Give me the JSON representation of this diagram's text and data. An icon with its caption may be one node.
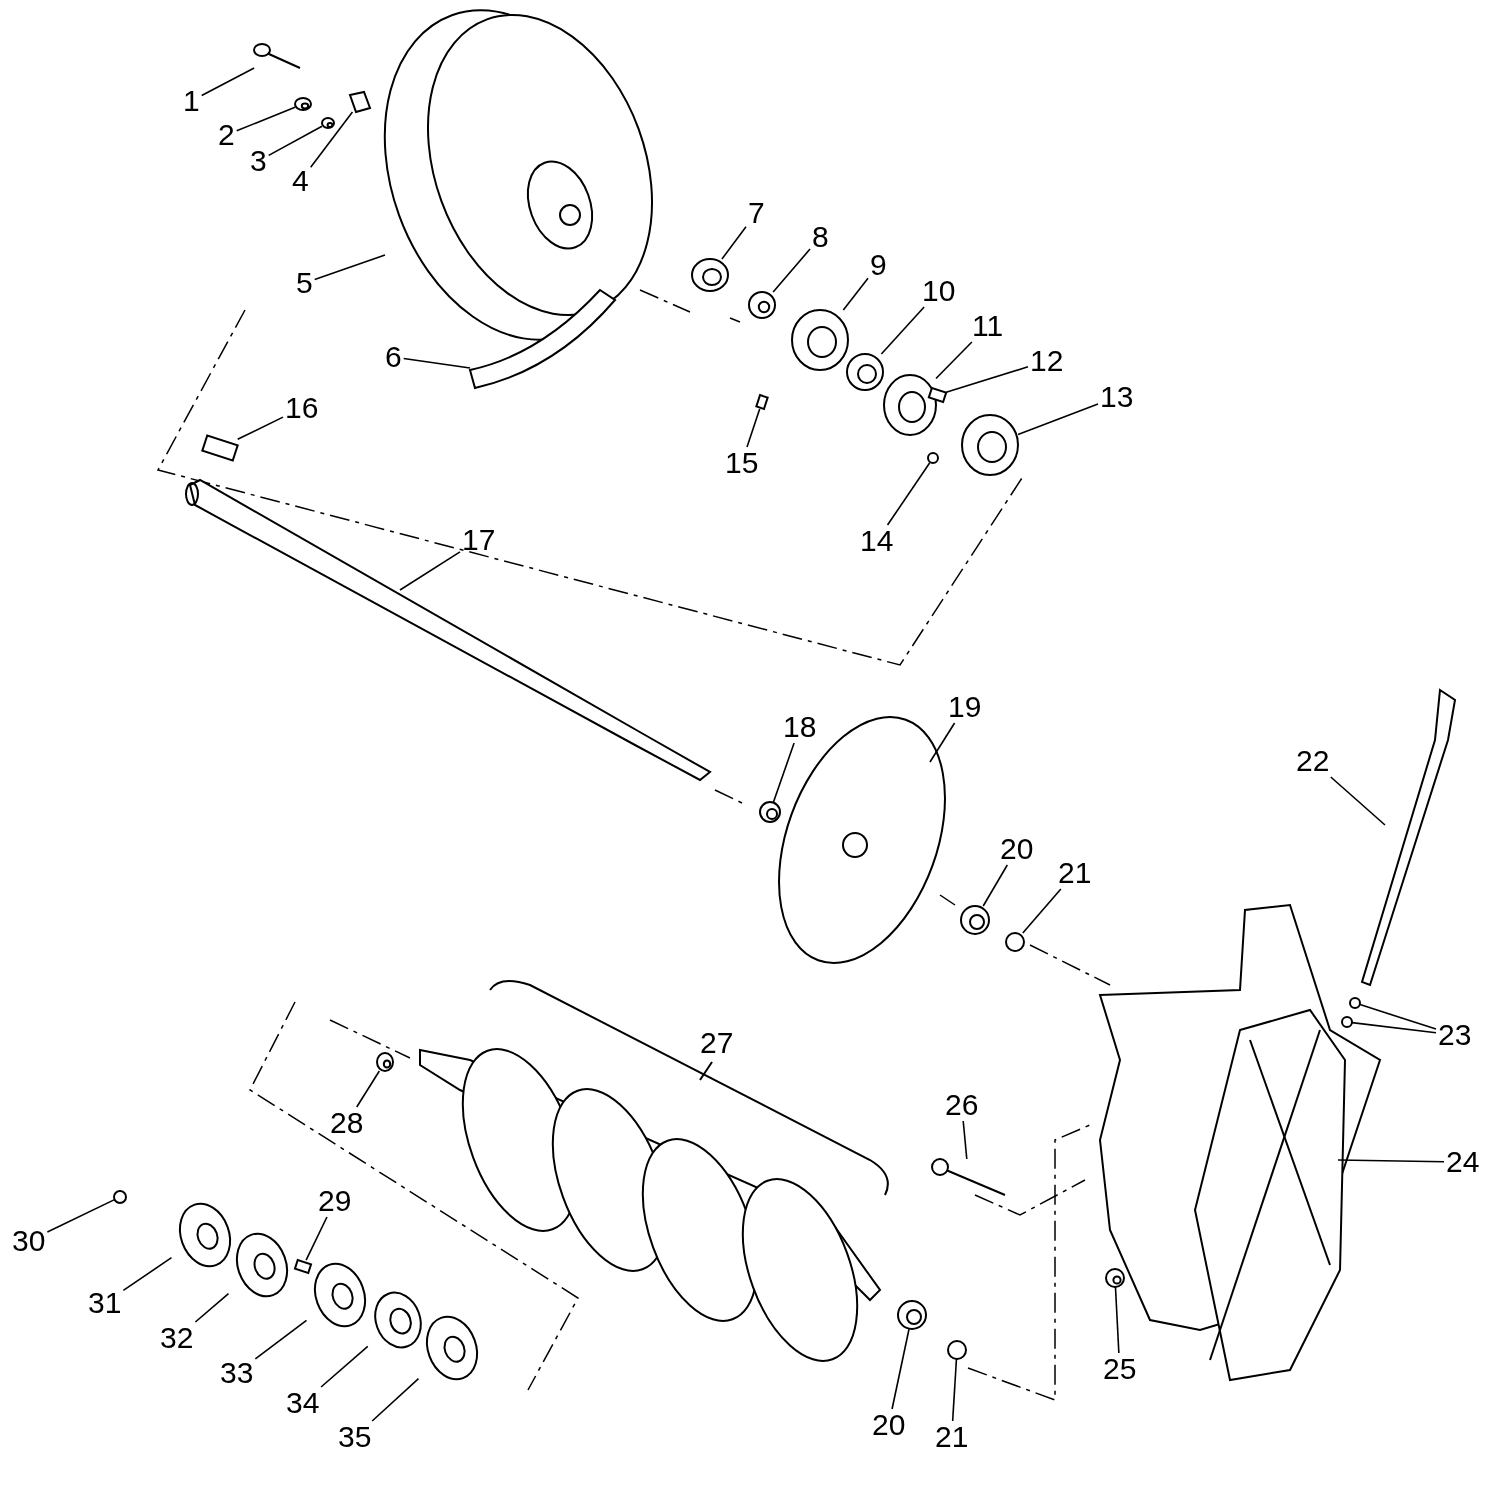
{
  "diagram": {
    "nodes": [
      {
        "text": [
          "1"
        ]
      },
      {
        "text": [
          "2"
        ]
      },
      {
        "text": [
          "3"
        ]
      },
      {
        "text": [
          "4"
        ]
      },
      {
        "text": [
          "5"
        ]
      },
      {
        "text": [
          "6"
        ]
      },
      {
        "text": [
          "7"
        ]
      },
      {
        "text": [
          "8"
        ]
      },
      {
        "text": [
          "9"
        ]
      },
      {
        "text": [
          "10"
        ]
      },
      {
        "text": [
          "11"
        ]
      },
      {
        "text": [
          "12"
        ]
      },
      {
        "text": [
          "13"
        ]
      },
      {
        "text": [
          "14"
        ]
      },
      {
        "text": [
          "15"
        ]
      },
      {
        "text": [
          "16"
        ]
      },
      {
        "text": [
          "17"
        ]
      },
      {
        "text": [
          "18"
        ]
      },
      {
        "text": [
          "19"
        ]
      },
      {
        "text": [
          "20"
        ]
      },
      {
        "text": [
          "21"
        ]
      },
      {
        "text": [
          "22"
        ]
      },
      {
        "text": [
          "23"
        ]
      },
      {
        "text": [
          "24"
        ]
      },
      {
        "text": [
          "25"
        ]
      },
      {
        "text": [
          "26"
        ]
      },
      {
        "text": [
          "28"
        ]
      },
      {
        "text": [
          "29"
        ]
      },
      {
        "text": [
          "30"
        ]
      },
      {
        "text": [
          "31"
        ]
      },
      {
        "text": [
          "32"
        ]
      },
      {
        "text": [
          "33"
        ]
      },
      {
        "text": [
          "34"
        ]
      },
      {
        "text": [
          "35"
        ]
      },
      {
        "text": [
          "20"
        ]
      },
      {
        "text": [
          "21"
        ]
      },
      {
        "text": [],
        "shape": "picture"
      },
      {
        "text": [],
        "shape": "picture"
      },
      {
        "text": [],
        "shape": "picture"
      },
      {
        "text": [],
        "shape": "picture"
      },
      {
        "text": [],
        "shape": "picture"
      },
      {
        "text": [],
        "shape": "picture"
      },
      {
        "text": [],
        "shape": "picture"
      },
      {
        "text": [],
        "shape": "picture"
      },
      {
        "text": [],
        "shape": "picture"
      },
      {
        "text": [],
        "shape": "picture"
      },
      {
        "text": [],
        "shape": "picture"
      },
      {
        "text": [],
        "shape": "box"
      },
      {
        "text": [],
        "shape": "picture"
      },
      {
        "text": [],
        "shape": "circle"
      },
      {
        "text": [],
        "shape": "box"
      },
      {
        "text": [],
        "shape": "box"
      },
      {
        "text": [],
        "shape": "picture"
      },
      {
        "text": [],
        "shape": "picture"
      },
      {
        "text": [],
        "shape": "picture"
      },
      {
        "text": [],
        "shape": "picture"
      },
      {
        "text": [],
        "shape": "circle"
      },
      {
        "text": [],
        "shape": "picture"
      },
      {
        "text": [],
        "shape": "circle"
      },
      {
        "text": [],
        "shape": "circle"
      },
      {
        "text": [],
        "shape": "picture"
      },
      {
        "text": [],
        "shape": "picture"
      },
      {
        "text": [],
        "shape": "picture"
      },
      {
        "text": [],
        "shape": "picture"
      },
      {
        "text": [],
        "shape": "box"
      },
      {
        "text": [],
        "shape": "circle"
      },
      {
        "text": [],
        "shape": "picture"
      },
      {
        "text": [],
        "shape": "picture"
      },
      {
        "text": [],
        "shape": "picture"
      },
      {
        "text": [],
        "shape": "picture"
      },
      {
        "text": [],
        "shape": "picture"
      },
      {
        "text": [],
        "shape": "picture"
      },
      {
        "text": [],
        "shape": "circle"
      }
    ],
    "edges": [
      {
        "from": 0,
        "to": 36,
        "arrow": "none"
      },
      {
        "from": 1,
        "to": 37,
        "arrow": "none"
      },
      {
        "from": 2,
        "to": 38,
        "arrow": "none"
      },
      {
        "from": 3,
        "to": 39,
        "arrow": "none"
      },
      {
        "from": 4,
        "to": 40,
        "arrow": "none"
      },
      {
        "from": 5,
        "to": 41,
        "arrow": "none"
      },
      {
        "from": 6,
        "to": 42,
        "arrow": "none"
      },
      {
        "from": 7,
        "to": 43,
        "arrow": "none"
      },
      {
        "from": 8,
        "to": 44,
        "arrow": "none"
      },
      {
        "from": 9,
        "to": 45,
        "arrow": "none"
      },
      {
        "from": 10,
        "to": 46,
        "arrow": "none"
      },
      {
        "from": 11,
        "to": 47,
        "arrow": "none"
      },
      {
        "from": 12,
        "to": 48,
        "arrow": "none"
      },
      {
        "from": 13,
        "to": 49,
        "arrow": "none"
      },
      {
        "from": 14,
        "to": 50,
        "arrow": "none"
      },
      {
        "from": 15,
        "to": 51,
        "arrow": "none"
      },
      {
        "from": 16,
        "to": 52,
        "arrow": "none"
      },
      {
        "from": 17,
        "to": 53,
        "arrow": "none"
      },
      {
        "from": 18,
        "to": 54,
        "arrow": "none"
      },
      {
        "from": 19,
        "to": 55,
        "arrow": "none"
      },
      {
        "from": 20,
        "to": 56,
        "arrow": "none"
      },
      {
        "from": 21,
        "to": 57,
        "arrow": "none"
      },
      {
        "from": 22,
        "to": 58,
        "arrow": "none"
      },
      {
        "from": 22,
        "to": 59,
        "arrow": "none"
      },
      {
        "from": 23,
        "to": 60,
        "arrow": "none"
      },
      {
        "from": 24,
        "to": 61,
        "arrow": "none"
      },
      {
        "from": 25,
        "to": 62,
        "arrow": "none"
      },
      {
        "from": 26,
        "to": 63,
        "arrow": "none"
      },
      {
        "from": 27,
        "to": 64,
        "arrow": "none"
      },
      {
        "from": 28,
        "to": 65,
        "arrow": "none"
      },
      {
        "from": 29,
        "to": 66,
        "arrow": "none"
      },
      {
        "from": 30,
        "to": 67,
        "arrow": "none"
      },
      {
        "from": 31,
        "to": 68,
        "arrow": "none"
      },
      {
        "from": 32,
        "to": 69,
        "arrow": "none"
      },
      {
        "from": 33,
        "to": 70,
        "arrow": "none"
      },
      {
        "from": 34,
        "to": 71,
        "arrow": "none"
      },
      {
        "from": 35,
        "to": 72,
        "arrow": "none"
      }
    ],
    "labels": [
      "27"
    ]
  }
}
